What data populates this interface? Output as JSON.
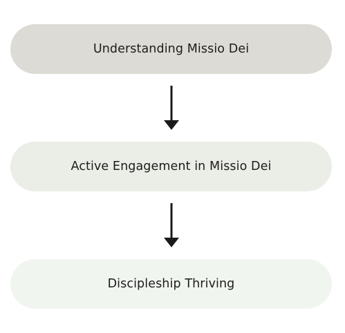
{
  "flow": {
    "steps": [
      {
        "label": "Understanding Missio Dei",
        "fill": "#dddbd5"
      },
      {
        "label": "Active Engagement in Missio Dei",
        "fill": "#ebede7"
      },
      {
        "label": "Discipleship Thriving",
        "fill": "#f1f5ef"
      }
    ],
    "connector": {
      "icon": "arrow-down-icon",
      "color": "#1a1a1a"
    }
  }
}
